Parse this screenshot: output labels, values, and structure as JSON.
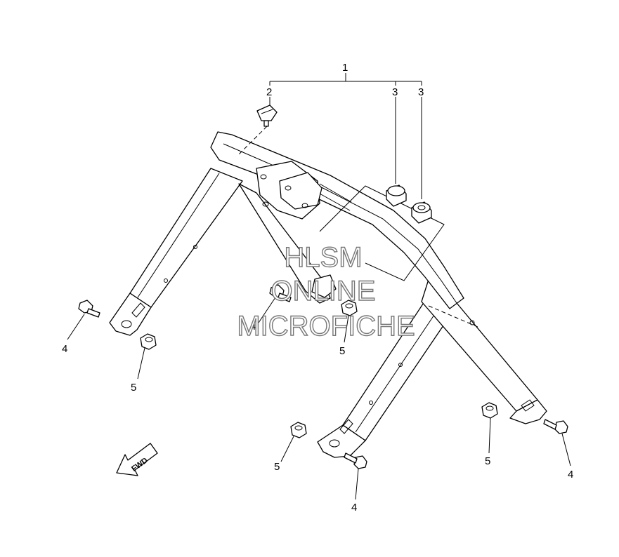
{
  "callouts": {
    "c1": "1",
    "c2": "2",
    "c3a": "3",
    "c3b": "3",
    "c4a": "4",
    "c4b": "4",
    "c4c": "4",
    "c4d": "4",
    "c5a": "5",
    "c5b": "5",
    "c5c": "5",
    "c5d": "5"
  },
  "watermark": {
    "line1": "HLSM",
    "line2": "ONLINE",
    "line3": "MICROFICHE"
  },
  "fwd_label": "FWD"
}
